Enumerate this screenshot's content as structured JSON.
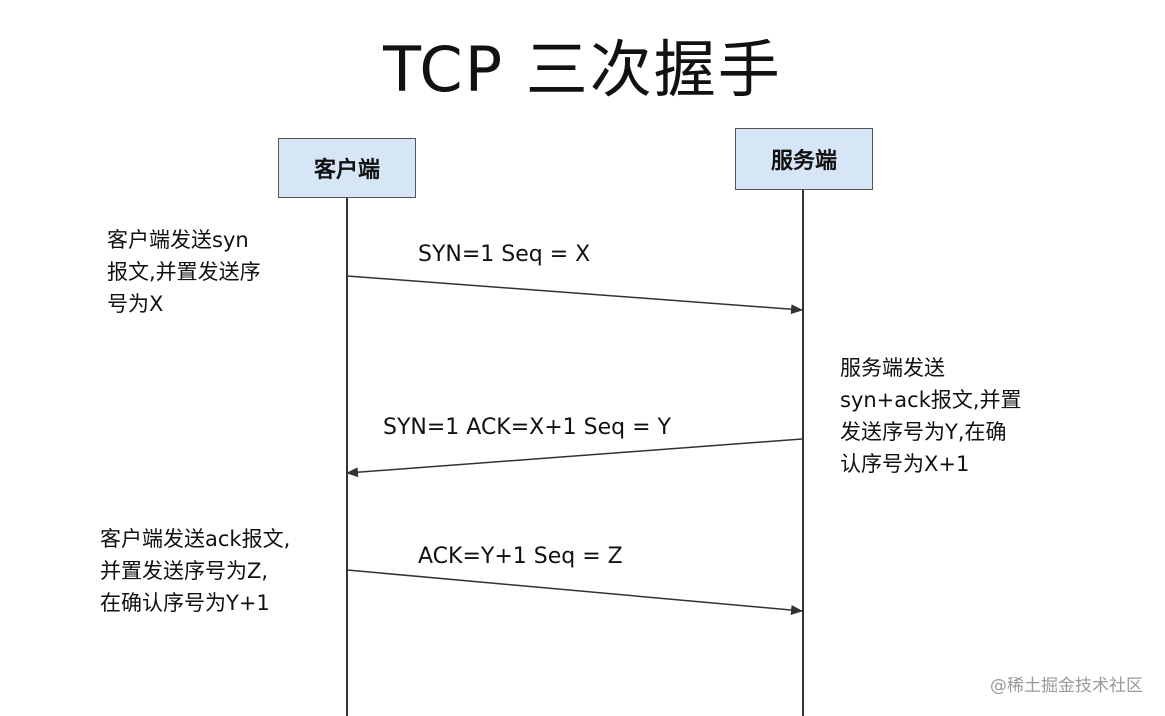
{
  "title": "TCP 三次握手",
  "actors": {
    "client": "客户端",
    "server": "服务端"
  },
  "messages": {
    "syn": "SYN=1  Seq = X",
    "synack": "SYN=1  ACK=X+1 Seq = Y",
    "ack": "ACK=Y+1 Seq = Z"
  },
  "notes": {
    "client_syn": [
      "客户端发送syn",
      "报文,并置发送序",
      "号为X"
    ],
    "server_synack": [
      "服务端发送",
      "syn+ack报文,并置",
      "发送序号为Y,在确",
      "认序号为X+1"
    ],
    "client_ack": [
      "客户端发送ack报文,",
      "并置发送序号为Z,",
      "在确认序号为Y+1"
    ]
  },
  "watermark": "@稀土掘金技术社区"
}
